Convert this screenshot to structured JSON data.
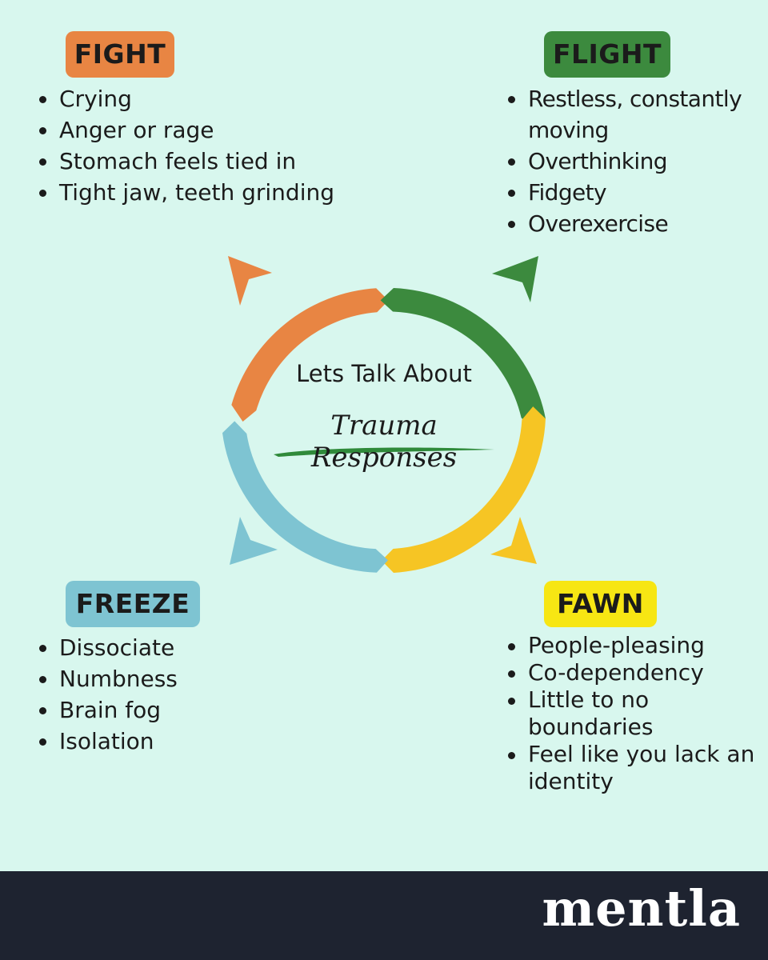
{
  "center": {
    "line1": "Lets Talk About",
    "line2": "Trauma Responses"
  },
  "sections": {
    "fight": {
      "title": "FIGHT",
      "color": "#e88543",
      "items": [
        "Crying",
        "Anger or rage",
        "Stomach feels tied in",
        "Tight jaw, teeth grinding"
      ]
    },
    "flight": {
      "title": "FLIGHT",
      "color": "#3c8a3e",
      "items": [
        "Restless, constantly moving",
        "Overthinking",
        "Fidgety",
        "Overexercise"
      ]
    },
    "freeze": {
      "title": "FREEZE",
      "color": "#7ec4d2",
      "items": [
        "Dissociate",
        "Numbness",
        "Brain fog",
        "Isolation"
      ]
    },
    "fawn": {
      "title": "FAWN",
      "color": "#f7e613",
      "items": [
        "People-pleasing",
        "Co-dependency",
        "Little to no boundaries",
        "Feel like you lack an identity"
      ]
    }
  },
  "cycle_colors": {
    "fight": "#e88543",
    "flight": "#3c8a3e",
    "fawn": "#f6c524",
    "freeze": "#7ec4d2",
    "underline": "#2f8a3a"
  },
  "footer": {
    "logo": "mentla",
    "background": "#1e2330"
  }
}
